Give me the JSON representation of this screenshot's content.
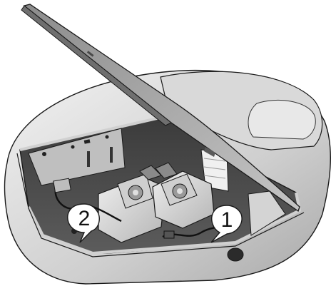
{
  "callouts": [
    {
      "id": "1",
      "label": "1"
    },
    {
      "id": "2",
      "label": "2"
    }
  ],
  "colors": {
    "housing_light": "#e6e6e6",
    "housing_mid": "#bdbdbd",
    "housing_dark": "#7a7a7a",
    "interior": "#4a4a4a",
    "lid": "#9a9a9a",
    "lamp_body": "#d6d6d6",
    "outline": "#1a1a1a",
    "callout_fill": "#ffffff"
  }
}
